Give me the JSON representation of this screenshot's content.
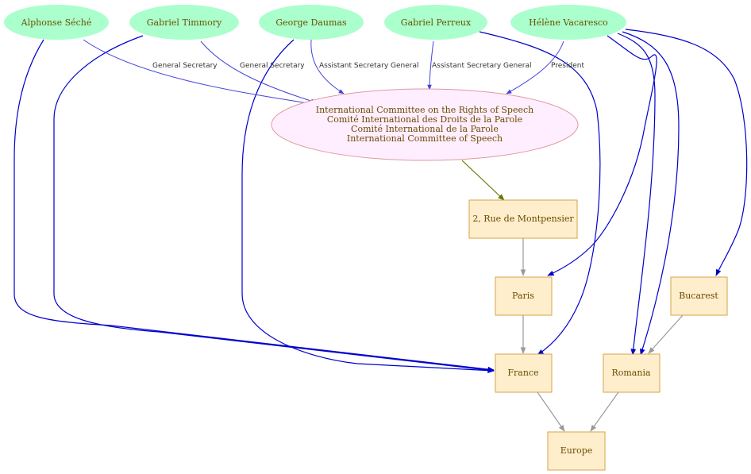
{
  "colors": {
    "person_fill": "#aaffcc",
    "org_fill": "#ffeeff",
    "org_stroke": "#e09a9a",
    "place_fill": "#ffeecc",
    "place_stroke": "#d4a44a",
    "role_edge": "#4444dd",
    "link_edge": "#0000cc",
    "org_edge": "#667700",
    "place_edge": "#999999"
  },
  "people": [
    {
      "id": "seche",
      "label": "Alphonse Séché"
    },
    {
      "id": "timmory",
      "label": "Gabriel Timmory"
    },
    {
      "id": "daumas",
      "label": "George Daumas"
    },
    {
      "id": "perreux",
      "label": "Gabriel Perreux"
    },
    {
      "id": "vacaresco",
      "label": "Hélène Vacaresco"
    }
  ],
  "organization": {
    "lines": [
      "International Committee on the Rights of Speech",
      "Comité International des Droits de la Parole",
      "Comité International de la Parole",
      "International Committee of Speech"
    ]
  },
  "places": [
    {
      "id": "rue",
      "label": "2, Rue de Montpensier"
    },
    {
      "id": "paris",
      "label": "Paris"
    },
    {
      "id": "bucarest",
      "label": "Bucarest"
    },
    {
      "id": "france",
      "label": "France"
    },
    {
      "id": "romania",
      "label": "Romania"
    },
    {
      "id": "europe",
      "label": "Europe"
    }
  ],
  "role_edges": [
    {
      "from": "seche",
      "label": "General Secretary"
    },
    {
      "from": "timmory",
      "label": "General Secretary"
    },
    {
      "from": "daumas",
      "label": "Assistant Secretary General"
    },
    {
      "from": "perreux",
      "label": "Assistant Secretary General"
    },
    {
      "from": "vacaresco",
      "label": "President"
    }
  ]
}
